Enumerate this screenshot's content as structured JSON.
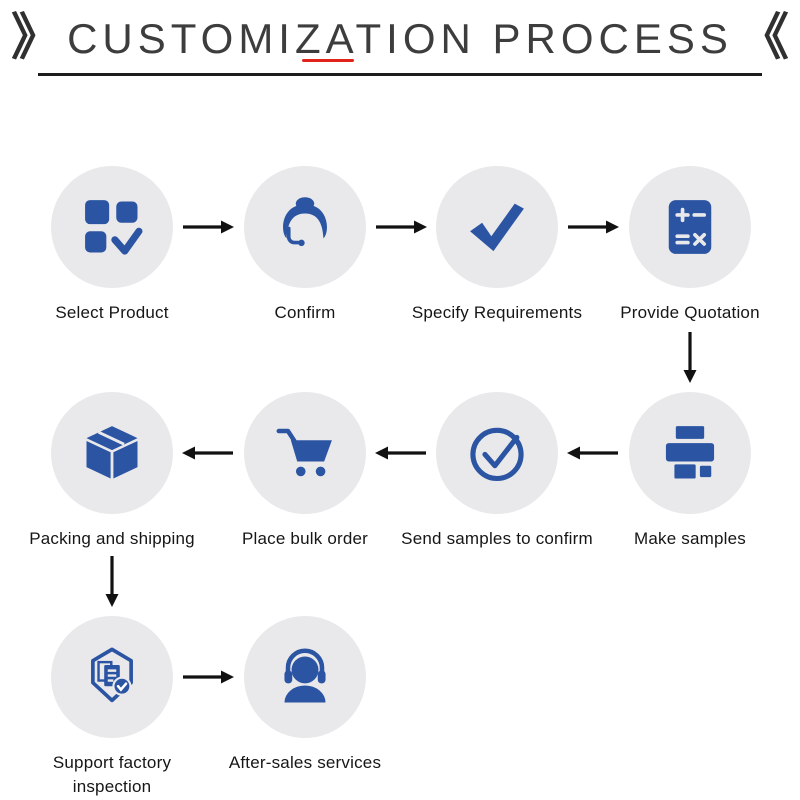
{
  "header": {
    "left_mark": "》",
    "title": "CUSTOMIZATION PROCESS",
    "right_mark": "《"
  },
  "colors": {
    "icon_blue": "#2b54a3",
    "circle_bg": "#e9e9eb",
    "arrow": "#111111",
    "underline_red": "#e2231a",
    "title_text": "#3d3d3d"
  },
  "nodes": [
    {
      "id": "select-product",
      "label": "Select Product",
      "icon": "product-grid-check-icon"
    },
    {
      "id": "confirm",
      "label": "Confirm",
      "icon": "support-agent-icon"
    },
    {
      "id": "specify-requirements",
      "label": "Specify Requirements",
      "icon": "checkmark-icon"
    },
    {
      "id": "provide-quotation",
      "label": "Provide Quotation",
      "icon": "calculator-icon"
    },
    {
      "id": "make-samples",
      "label": "Make samples",
      "icon": "printer-icon"
    },
    {
      "id": "send-samples-to-confirm",
      "label": "Send samples to confirm",
      "icon": "circle-check-icon"
    },
    {
      "id": "place-bulk-order",
      "label": "Place bulk order",
      "icon": "shopping-cart-icon"
    },
    {
      "id": "packing-and-shipping",
      "label": "Packing and shipping",
      "icon": "package-box-icon"
    },
    {
      "id": "support-factory-inspection",
      "label": "Support factory inspection",
      "icon": "factory-inspection-icon"
    },
    {
      "id": "after-sales-services",
      "label": "After-sales services",
      "icon": "headset-person-icon"
    }
  ]
}
